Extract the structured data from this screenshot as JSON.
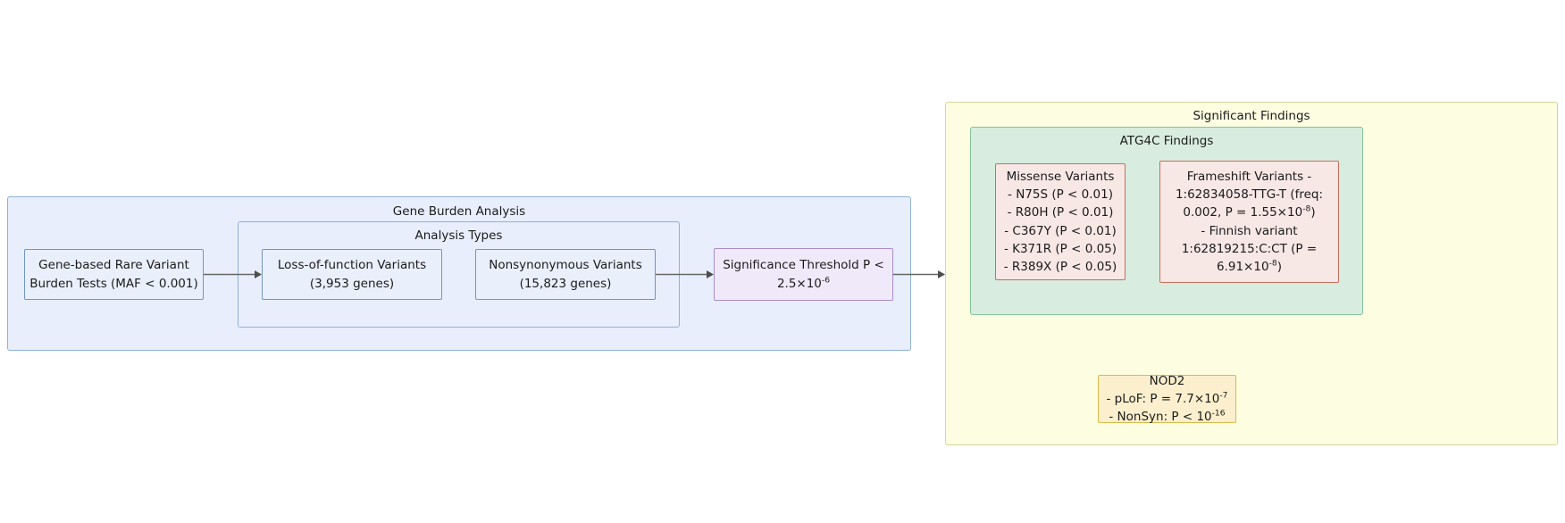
{
  "diagram": {
    "type": "flowchart",
    "title": "Gene Burden Analysis and Significant Findings"
  },
  "clusters": {
    "gene_burden": {
      "title": "Gene Burden Analysis"
    },
    "analysis_types": {
      "title": "Analysis Types"
    },
    "significant_findings": {
      "title": "Significant Findings"
    },
    "atg4c_findings": {
      "title": "ATG4C Findings"
    }
  },
  "nodes": {
    "burden_tests": {
      "lines": [
        "Gene-based Rare Variant",
        "Burden Tests (MAF < 0.001)"
      ]
    },
    "lof": {
      "lines": [
        "Loss-of-function Variants",
        "(3,953 genes)"
      ]
    },
    "nonsyn": {
      "lines": [
        "Nonsynonymous Variants",
        "(15,823 genes)"
      ]
    },
    "threshold": {
      "lines": [
        "Significance Threshold P <",
        "2.5×10⁻⁶"
      ],
      "line1": "Significance Threshold P <",
      "line2_base": "2.5×10",
      "line2_exp": "-6"
    },
    "missense": {
      "lines": [
        "Missense Variants",
        "- N75S (P < 0.01)",
        "- R80H (P < 0.01)",
        "- C367Y (P < 0.01)",
        "- K371R (P < 0.05)",
        "- R389X (P < 0.05)"
      ]
    },
    "frameshift": {
      "line1": "Frameshift Variants -",
      "line2": "1:62834058-TTG-T  (freq:",
      "line3_base": "0.002, P = 1.55×10",
      "line3_exp": "-8",
      "line3_tail": ")",
      "line4": "- Finnish variant",
      "line5": "1:62819215:C:CT  (P =",
      "line6_base": "6.91×10",
      "line6_exp": "-8",
      "line6_tail": ")"
    },
    "nod2": {
      "line1": "NOD2",
      "line2_base": "- pLoF: P = 7.7×10",
      "line2_exp": "-7",
      "line3_base": "- NonSyn: P < 10",
      "line3_exp": "-16"
    }
  },
  "colors": {
    "cluster_blue_fill": "#e8eefc",
    "cluster_blue_border": "#8fb2d9",
    "node_blue_fill": "#e9effb",
    "node_blue_border": "#7296c4",
    "node_purple_fill": "#f0e9fa",
    "node_purple_border": "#a98ccd",
    "cluster_yellow_fill": "#fdfde1",
    "cluster_yellow_border": "#d9d69a",
    "cluster_green_fill": "#d8ecdf",
    "cluster_green_border": "#84c39a",
    "node_red_fill": "#f7e7e5",
    "node_red_border": "#c96f5c",
    "node_gold_fill": "#fbefcd",
    "node_gold_border": "#dcb94a",
    "edge_stroke": "#666666",
    "background": "#ffffff"
  },
  "edges": [
    {
      "name": "burden-to-lof",
      "from": "burden_tests",
      "to": "lof"
    },
    {
      "name": "nonsyn-to-threshold",
      "from": "nonsyn",
      "to": "threshold"
    },
    {
      "name": "threshold-to-findings",
      "from": "threshold",
      "to": "significant_findings"
    }
  ]
}
